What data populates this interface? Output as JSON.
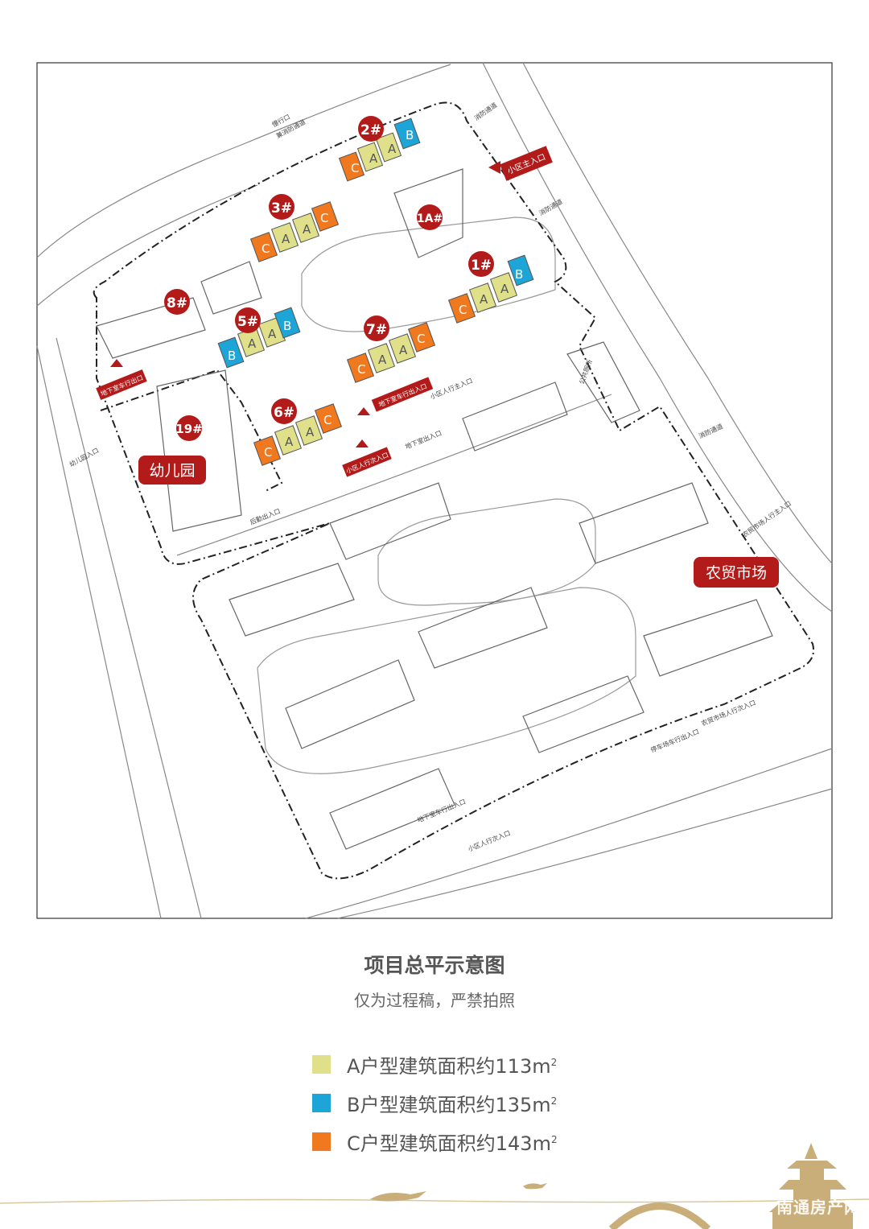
{
  "map": {
    "buildings_colored": [
      {
        "id": "2#",
        "units": [
          "C",
          "A",
          "A",
          "B"
        ]
      },
      {
        "id": "3#",
        "units": [
          "C",
          "A",
          "A",
          "C"
        ]
      },
      {
        "id": "1#",
        "units": [
          "C",
          "A",
          "A",
          "B"
        ]
      },
      {
        "id": "5#",
        "units": [
          "B",
          "A",
          "A",
          "B"
        ]
      },
      {
        "id": "7#",
        "units": [
          "C",
          "A",
          "A",
          "C"
        ]
      },
      {
        "id": "6#",
        "units": [
          "C",
          "A",
          "A",
          "C"
        ]
      }
    ],
    "building_labels": {
      "b8": "8#",
      "b19": "19#",
      "b1a": "1A#"
    },
    "facilities": {
      "kindergarten": "幼儿园",
      "market": "农贸市场"
    },
    "entrances": {
      "main_entrance": "小区主入口",
      "garage_exit_left": "地下室车行出口",
      "garage_exit_mid": "地下室车行出入口",
      "pedestrian_secondary": "小区人行次入口"
    },
    "small_labels": {
      "fire_lane_1": "消防通道",
      "fire_lane_2": "消防通道",
      "fire_lane_3": "消防通道",
      "cycle_1": "慢行口",
      "cycle_2": "兼消防通道",
      "kg_entrance": "幼儿园入口",
      "kg_rear": "后勤出入口",
      "ped_main": "小区人行主入口",
      "garage_in": "地下室出入口",
      "market_ped_main": "农贸市场人行主入口",
      "market_ped_sec": "农贸市场人行次入口",
      "parking_exit": "停车场车行出入口",
      "garage_in_2": "地下室车行出入口",
      "ped_sec_2": "小区人行次入口",
      "toilet": "公共厕所"
    }
  },
  "caption": {
    "title": "项目总平示意图",
    "subtitle": "仅为过程稿，严禁拍照"
  },
  "legend": [
    {
      "label": "A户型建筑面积约113m",
      "sup": "2",
      "color": "#e0e08a"
    },
    {
      "label": "B户型建筑面积约135m",
      "sup": "2",
      "color": "#1ea5d8"
    },
    {
      "label": "C户型建筑面积约143m",
      "sup": "2",
      "color": "#f0781e"
    }
  ],
  "colors": {
    "accent": "#b31b1b",
    "A": "#e0e08a",
    "B": "#1ea5d8",
    "C": "#f0781e"
  },
  "watermark": "南通房产网"
}
